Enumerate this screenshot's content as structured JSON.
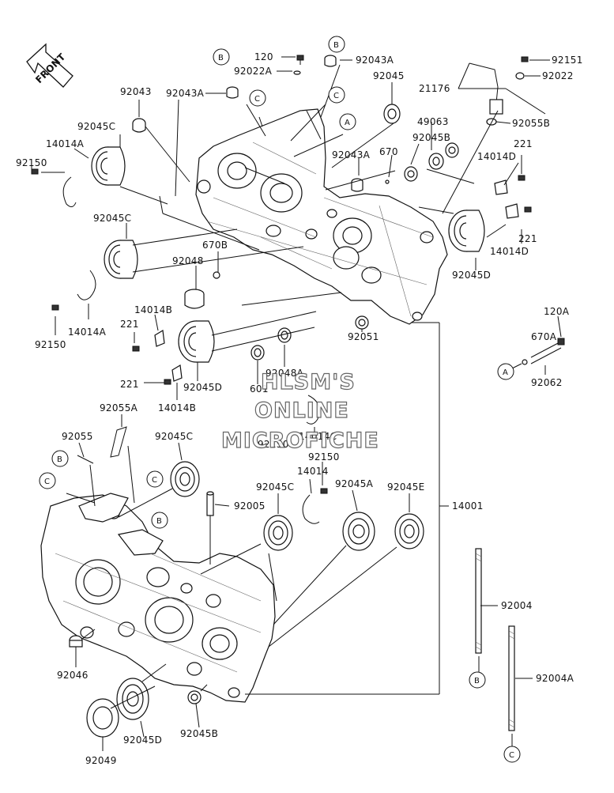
{
  "front_arrow": {
    "label": "FRONT"
  },
  "labels": [
    {
      "id": "l120",
      "text": "120"
    },
    {
      "id": "l92043A_top",
      "text": "92043A"
    },
    {
      "id": "l92022A",
      "text": "92022A"
    },
    {
      "id": "l92043",
      "text": "92043"
    },
    {
      "id": "l92043A_2",
      "text": "92043A"
    },
    {
      "id": "l92045",
      "text": "92045"
    },
    {
      "id": "l21176",
      "text": "21176"
    },
    {
      "id": "l92151",
      "text": "92151"
    },
    {
      "id": "l92022",
      "text": "92022"
    },
    {
      "id": "l92055B",
      "text": "92055B"
    },
    {
      "id": "l49063",
      "text": "49063"
    },
    {
      "id": "l92045C_1",
      "text": "92045C"
    },
    {
      "id": "l14014A_1",
      "text": "14014A"
    },
    {
      "id": "l92150_1",
      "text": "92150"
    },
    {
      "id": "l92045B_r",
      "text": "92045B"
    },
    {
      "id": "l92043A_3",
      "text": "92043A"
    },
    {
      "id": "l670",
      "text": "670"
    },
    {
      "id": "l221_a",
      "text": "221"
    },
    {
      "id": "l14014D_a",
      "text": "14014D"
    },
    {
      "id": "l92045C_2",
      "text": "92045C"
    },
    {
      "id": "l670B",
      "text": "670B"
    },
    {
      "id": "l92048",
      "text": "92048"
    },
    {
      "id": "l221_b",
      "text": "221"
    },
    {
      "id": "l14014D_b",
      "text": "14014D"
    },
    {
      "id": "l92045D_r",
      "text": "92045D"
    },
    {
      "id": "l14014A_2",
      "text": "14014A"
    },
    {
      "id": "l92150_2",
      "text": "92150"
    },
    {
      "id": "l14014B_1",
      "text": "14014B"
    },
    {
      "id": "l221_c",
      "text": "221"
    },
    {
      "id": "l92051",
      "text": "92051"
    },
    {
      "id": "l120A",
      "text": "120A"
    },
    {
      "id": "l670A",
      "text": "670A"
    },
    {
      "id": "l92062",
      "text": "92062"
    },
    {
      "id": "l92048A",
      "text": "92048A"
    },
    {
      "id": "l601",
      "text": "601"
    },
    {
      "id": "l221_d",
      "text": "221"
    },
    {
      "id": "l92045D_m",
      "text": "92045D"
    },
    {
      "id": "l14014B_2",
      "text": "14014B"
    },
    {
      "id": "l92055A",
      "text": "92055A"
    },
    {
      "id": "l14014C",
      "text": "14014C"
    },
    {
      "id": "l92150_3",
      "text": "92150"
    },
    {
      "id": "l92150_4",
      "text": "92150"
    },
    {
      "id": "l92055",
      "text": "92055"
    },
    {
      "id": "l92045C_3",
      "text": "92045C"
    },
    {
      "id": "l14014",
      "text": "14014"
    },
    {
      "id": "l92045C_4",
      "text": "92045C"
    },
    {
      "id": "l92045A",
      "text": "92045A"
    },
    {
      "id": "l92045E",
      "text": "92045E"
    },
    {
      "id": "l92005",
      "text": "92005"
    },
    {
      "id": "l14001",
      "text": "14001"
    },
    {
      "id": "l92004",
      "text": "92004"
    },
    {
      "id": "l92004A",
      "text": "92004A"
    },
    {
      "id": "l92046",
      "text": "92046"
    },
    {
      "id": "l92049",
      "text": "92049"
    },
    {
      "id": "l92045D_b",
      "text": "92045D"
    },
    {
      "id": "l92045B_b",
      "text": "92045B"
    }
  ],
  "callouts": [
    {
      "id": "cB1",
      "letter": "B"
    },
    {
      "id": "cB2",
      "letter": "B"
    },
    {
      "id": "cC1",
      "letter": "C"
    },
    {
      "id": "cC2",
      "letter": "C"
    },
    {
      "id": "cA1",
      "letter": "A"
    },
    {
      "id": "cA2",
      "letter": "A"
    },
    {
      "id": "cB3",
      "letter": "B"
    },
    {
      "id": "cC3",
      "letter": "C"
    },
    {
      "id": "cC4",
      "letter": "C"
    },
    {
      "id": "cB4",
      "letter": "B"
    },
    {
      "id": "cB5",
      "letter": "B"
    },
    {
      "id": "cC5",
      "letter": "C"
    }
  ],
  "watermark": {
    "line1": "HLSM'S",
    "line2": "ONLINE",
    "line3": "MICROFICHE"
  }
}
